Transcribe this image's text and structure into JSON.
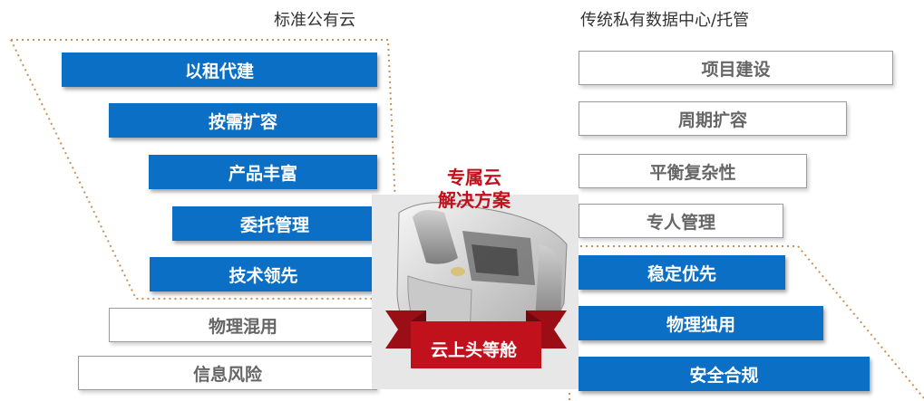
{
  "titles": {
    "left": "标准公有云",
    "right": "传统私有数据中心/托管"
  },
  "left_items": [
    {
      "label": "以租代建",
      "style": "blue"
    },
    {
      "label": "按需扩容",
      "style": "blue"
    },
    {
      "label": "产品丰富",
      "style": "blue"
    },
    {
      "label": "委托管理",
      "style": "blue"
    },
    {
      "label": "技术领先",
      "style": "blue"
    },
    {
      "label": "物理混用",
      "style": "grey"
    },
    {
      "label": "信息风险",
      "style": "grey"
    }
  ],
  "right_items": [
    {
      "label": "项目建设",
      "style": "grey"
    },
    {
      "label": "周期扩容",
      "style": "grey"
    },
    {
      "label": "平衡复杂性",
      "style": "grey"
    },
    {
      "label": "专人管理",
      "style": "grey"
    },
    {
      "label": "稳定优先",
      "style": "blue"
    },
    {
      "label": "物理独用",
      "style": "blue"
    },
    {
      "label": "安全合规",
      "style": "blue"
    }
  ],
  "center": {
    "title_line1": "专属云",
    "title_line2": "解决方案",
    "ribbon_label": "云上头等舱",
    "image_icon": "first-class-seat-image"
  },
  "colors": {
    "blue": "#0b6fc6",
    "red": "#c0111c",
    "dotted_line": "#c8915a"
  }
}
